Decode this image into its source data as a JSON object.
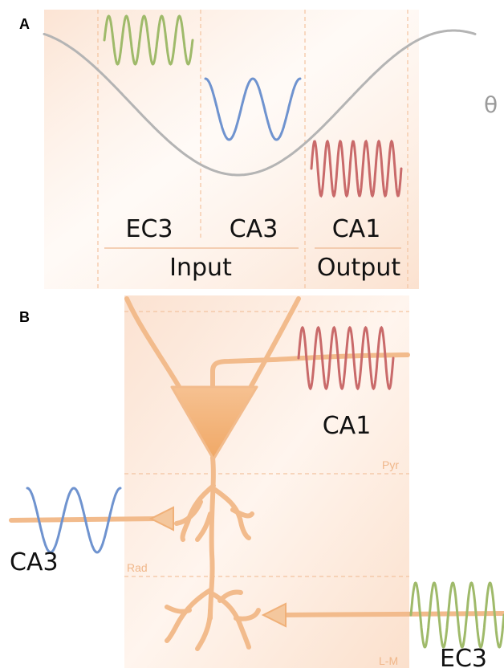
{
  "panels": {
    "a": {
      "letter": "A",
      "theta_symbol": "θ",
      "regions": [
        {
          "label": "EC3"
        },
        {
          "label": "CA3"
        },
        {
          "label": "CA1"
        }
      ],
      "groups": [
        {
          "label": "Input"
        },
        {
          "label": "Output"
        }
      ]
    },
    "b": {
      "letter": "B",
      "inputs": {
        "ca1": "CA1",
        "ca3": "CA3",
        "ec3": "EC3"
      },
      "layers": {
        "pyr": "Pyr",
        "rad": "Rad",
        "lm": "L-M"
      }
    }
  },
  "colors": {
    "ec3": "#9fba6a",
    "ca3": "#6f93cf",
    "ca1": "#c96a6a",
    "theta": "#b4b4b4",
    "neuron": "#f2bb8c",
    "soma": "#f3b07a",
    "guide": "#f4c4a2",
    "background": "#fbe3d2"
  }
}
